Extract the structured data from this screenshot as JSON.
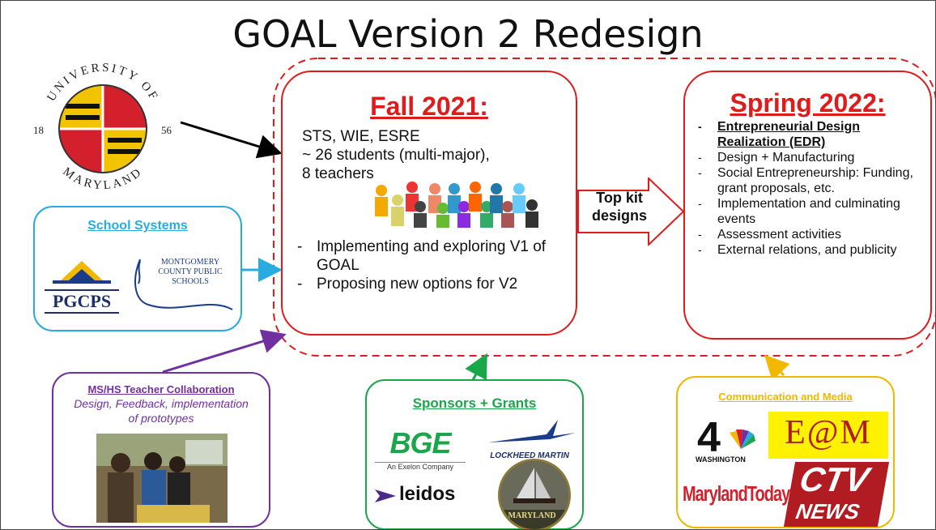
{
  "title": "GOAL Version 2 Redesign",
  "umd": {
    "top": "UNIVERSITY OF",
    "bottom": "MARYLAND",
    "year_left": "18",
    "year_right": "56"
  },
  "fall": {
    "heading": "Fall 2021:",
    "lines": [
      "STS, WIE, ESRE",
      "~ 26 students (multi-major),",
      "8 teachers"
    ],
    "bullets": [
      "Implementing and exploring V1 of GOAL",
      "Proposing new options for V2"
    ]
  },
  "arrow_label": "Top kit designs",
  "spring": {
    "heading": "Spring 2022:",
    "bullets": [
      "Entrepreneurial Design Realization (EDR)",
      "Design + Manufacturing",
      "Social Entrepreneurship: Funding, grant proposals, etc.",
      "Implementation and culminating events",
      "Assessment activities",
      "External relations, and publicity"
    ]
  },
  "school": {
    "heading": "School Systems",
    "pgcps": "PGCPS",
    "mcps": "MONTGOMERY COUNTY PUBLIC SCHOOLS"
  },
  "teacher": {
    "heading": "MS/HS Teacher Collaboration",
    "sub": "Design, Feedback, implementation of prototypes"
  },
  "sponsors": {
    "heading": "Sponsors + Grants",
    "bge": "BGE",
    "bge_sub": "An Exelon Company",
    "lockheed": "LOCKHEED MARTIN",
    "leidos": "leidos",
    "ship": "MARYLAND"
  },
  "media": {
    "heading": "Communication and Media",
    "nbc": "4",
    "nbc_sub": "WASHINGTON",
    "eam": "E@M",
    "md_today": "MarylandToday",
    "ctv": "CTV",
    "ctv_news": "NEWS"
  },
  "colors": {
    "red": "#e01b1b",
    "blue": "#29abe2",
    "purple": "#7030a0",
    "green": "#1aa64a",
    "yellow": "#f2b800"
  }
}
